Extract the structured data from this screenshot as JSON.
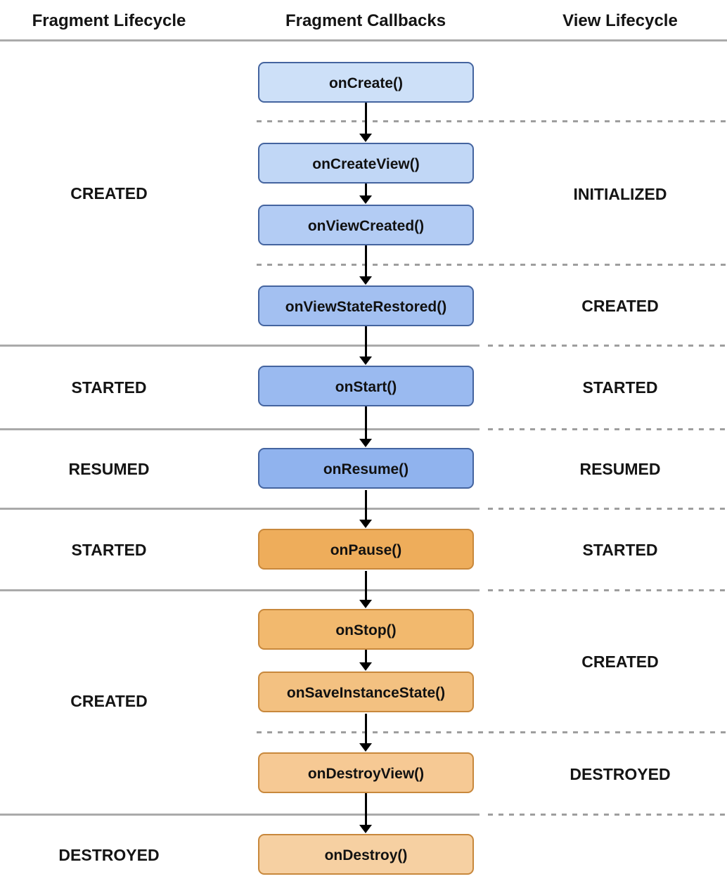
{
  "diagram": {
    "headers": {
      "fragment_lifecycle": "Fragment Lifecycle",
      "fragment_callbacks": "Fragment Callbacks",
      "view_lifecycle": "View Lifecycle"
    },
    "callbacks": [
      {
        "label": "onCreate()",
        "fill": "#cde0f8",
        "border": "#44649f"
      },
      {
        "label": "onCreateView()",
        "fill": "#c1d7f6",
        "border": "#44649f"
      },
      {
        "label": "onViewCreated()",
        "fill": "#b3ccf4",
        "border": "#44649f"
      },
      {
        "label": "onViewStateRestored()",
        "fill": "#a3c0f1",
        "border": "#44649f"
      },
      {
        "label": "onStart()",
        "fill": "#9abaf0",
        "border": "#44649f"
      },
      {
        "label": "onResume()",
        "fill": "#90b3ee",
        "border": "#44649f"
      },
      {
        "label": "onPause()",
        "fill": "#eead5b",
        "border": "#c8883c"
      },
      {
        "label": "onStop()",
        "fill": "#f2b96e",
        "border": "#c8883c"
      },
      {
        "label": "onSaveInstanceState()",
        "fill": "#f3c181",
        "border": "#c8883c"
      },
      {
        "label": "onDestroyView()",
        "fill": "#f6c994",
        "border": "#c8883c"
      },
      {
        "label": "onDestroy()",
        "fill": "#f6d0a2",
        "border": "#c8883c"
      }
    ],
    "fragment_states": [
      "CREATED",
      "STARTED",
      "RESUMED",
      "STARTED",
      "CREATED",
      "DESTROYED"
    ],
    "view_states": [
      "INITIALIZED",
      "CREATED",
      "STARTED",
      "RESUMED",
      "STARTED",
      "CREATED",
      "DESTROYED"
    ],
    "colors": {
      "blue_border": "#44649f",
      "orange_border": "#c8883c",
      "divider_solid": "#aaaaaa",
      "divider_dashed": "#9e9e9e",
      "background": "#ffffff",
      "text": "#141414"
    }
  }
}
